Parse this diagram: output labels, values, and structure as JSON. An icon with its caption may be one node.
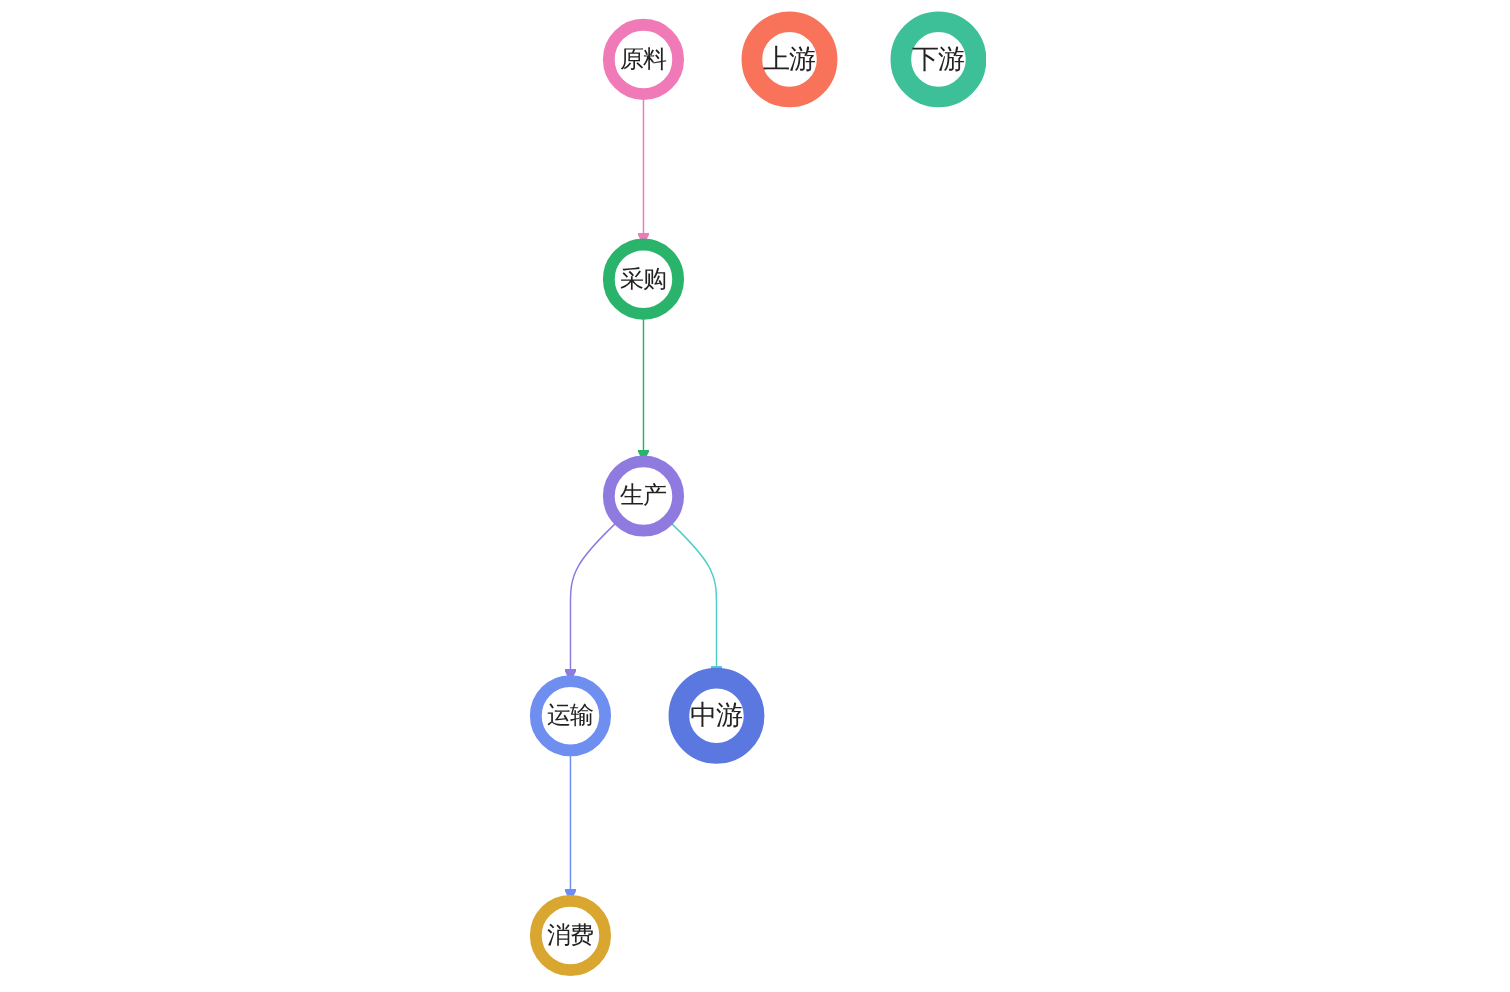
{
  "diagram": {
    "nodes": [
      {
        "text": [
          "原料"
        ]
      },
      {
        "text": [
          "采购"
        ]
      },
      {
        "text": [
          "生产"
        ]
      },
      {
        "text": [
          "运输"
        ]
      },
      {
        "text": [
          "消费"
        ]
      },
      {
        "text": [
          "上游"
        ]
      },
      {
        "text": [
          "中游"
        ]
      },
      {
        "text": [
          "下游"
        ]
      }
    ],
    "edges": [
      {
        "from": 0,
        "to": 1,
        "arrow": "to",
        "color": "#f07ab8"
      },
      {
        "from": 1,
        "to": 2,
        "arrow": "to",
        "color": "#2ab36a"
      },
      {
        "from": 2,
        "to": 3,
        "arrow": "to",
        "color": "#8f7ae0"
      },
      {
        "from": 3,
        "to": 4,
        "arrow": "to",
        "color": "#6f8ff0"
      },
      {
        "from": 2,
        "to": 6,
        "arrow": "to",
        "color": "#4fcfc8"
      }
    ]
  }
}
